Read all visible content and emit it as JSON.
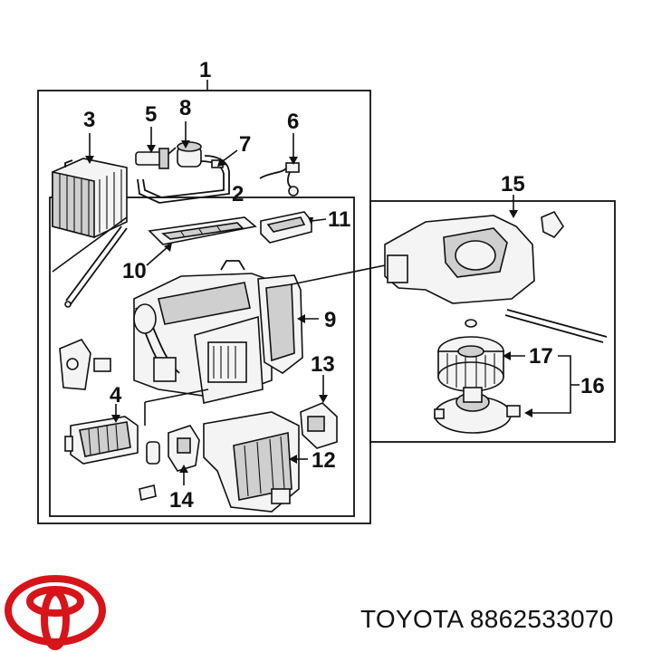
{
  "callouts": {
    "c1": "1",
    "c2": "2",
    "c3": "3",
    "c4": "4",
    "c5": "5",
    "c6": "6",
    "c7": "7",
    "c8": "8",
    "c9": "9",
    "c10": "10",
    "c11": "11",
    "c12": "12",
    "c13": "13",
    "c14": "14",
    "c15": "15",
    "c16": "16",
    "c17": "17"
  },
  "caption": {
    "brand": "TOYOTA",
    "part_number": "8862533070"
  },
  "colors": {
    "logo": "#d7141a",
    "ink": "#111111"
  }
}
